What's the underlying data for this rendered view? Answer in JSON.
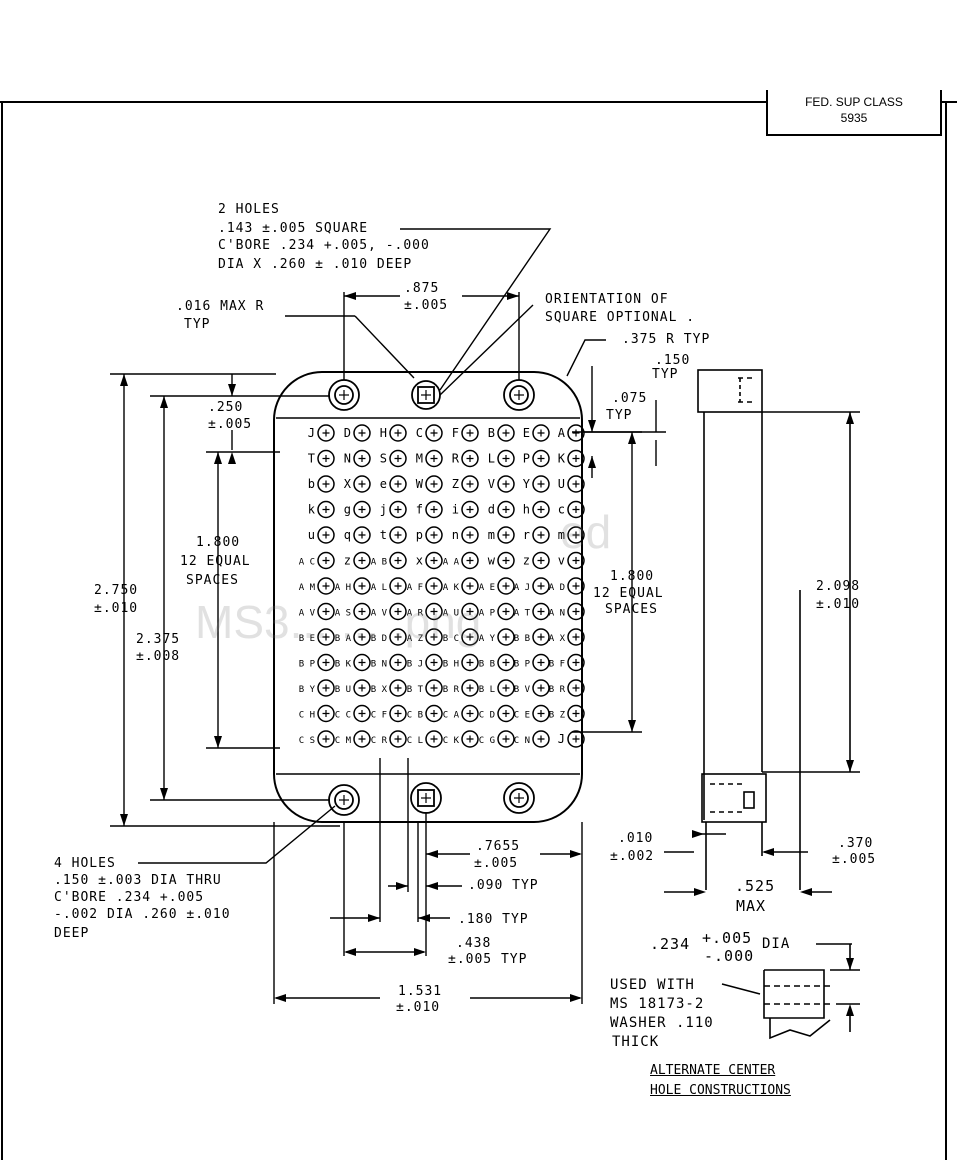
{
  "title_block": {
    "line1": "FED. SUP CLASS",
    "line2": "5935"
  },
  "watermark": {
    "line1": "ed",
    "line2": "MS3... ... .png"
  },
  "notes": {
    "square_holes": {
      "l1": "2 HOLES",
      "l2": ".143 ±.005 SQUARE",
      "l3": "C'BORE .234 +.005, -.000",
      "l4": "DIA X .260 ± .010 DEEP"
    },
    "max_r": {
      "l1": ".016 MAX R",
      "l2": "TYP"
    },
    "orientation": {
      "l1": "ORIENTATION OF",
      "l2": "SQUARE OPTIONAL ."
    },
    "corner_r": ".375 R TYP",
    "round_holes": {
      "l1": "4 HOLES",
      "l2": ".150 ±.003 DIA THRU",
      "l3": "C'BORE .234 +.005",
      "l4": "-.002 DIA .260 ±.010",
      "l5": "DEEP"
    },
    "used_with": {
      "l1": "USED WITH",
      "l2": "MS 18173-2",
      "l3": "WASHER .110",
      "l4": "THICK"
    },
    "alt_title": {
      "l1": "ALTERNATE CENTER",
      "l2": "HOLE CONSTRUCTIONS"
    }
  },
  "dimensions": {
    "d875": {
      "a": ".875",
      "b": "±.005"
    },
    "d250": {
      "a": ".250",
      "b": "±.005"
    },
    "d150": {
      "a": ".150",
      "b": "TYP"
    },
    "d075": {
      "a": ".075",
      "b": "TYP"
    },
    "d1800_left": {
      "a": "1.800",
      "b": "12 EQUAL",
      "c": "SPACES"
    },
    "d1800_right": {
      "a": "1.800",
      "b": "12 EQUAL",
      "c": "SPACES"
    },
    "d2750": {
      "a": "2.750",
      "b": "±.010"
    },
    "d2375": {
      "a": "2.375",
      "b": "±.008"
    },
    "d2098": {
      "a": "2.098",
      "b": "±.010"
    },
    "d7655": {
      "a": ".7655",
      "b": "±.005"
    },
    "d090": ".090 TYP",
    "d180": ".180 TYP",
    "d438": {
      "a": ".438",
      "b": "±.005 TYP"
    },
    "d1531": {
      "a": "1.531",
      "b": "±.010"
    },
    "d010": {
      "a": ".010",
      "b": "±.002"
    },
    "d370": {
      "a": ".370",
      "b": "±.005"
    },
    "d525": {
      "a": ".525",
      "b": "MAX"
    },
    "d234": {
      "a": ".234",
      "b": "+.005",
      "c": "-.000",
      "d": "DIA"
    }
  },
  "pin_columns": [
    [
      "J",
      "T",
      "b",
      "k",
      "u",
      "A C",
      "A M",
      "A V",
      "B E",
      "B P",
      "B Y",
      "C H",
      "C S"
    ],
    [
      "D",
      "N",
      "X",
      "g",
      "q",
      "z",
      "A H",
      "A S",
      "B A",
      "B K",
      "B U",
      "C C",
      "C M"
    ],
    [
      "H",
      "S",
      "e",
      "j",
      "t",
      "A B",
      "A L",
      "A V",
      "B D",
      "B N",
      "B X",
      "C F",
      "C R"
    ],
    [
      "C",
      "M",
      "W",
      "f",
      "p",
      "x",
      "A F",
      "A R",
      "A Z",
      "B J",
      "B T",
      "C B",
      "C L"
    ],
    [
      "F",
      "R",
      "Z",
      "i",
      "n",
      "A A",
      "A K",
      "A U",
      "B C",
      "B H",
      "B R",
      "C A",
      "C K"
    ],
    [
      "B",
      "L",
      "V",
      "d",
      "m",
      "w",
      "A E",
      "A P",
      "A Y",
      "B B",
      "B L",
      "C D",
      "C G"
    ],
    [
      "E",
      "P",
      "Y",
      "h",
      "r",
      "z",
      "A J",
      "A T",
      "B B",
      "B P",
      "B V",
      "C E",
      "C N"
    ],
    [
      "A",
      "K",
      "U",
      "c",
      "m",
      "v",
      "A D",
      "A N",
      "A X",
      "B F",
      "B R",
      "B Z",
      "J"
    ]
  ]
}
